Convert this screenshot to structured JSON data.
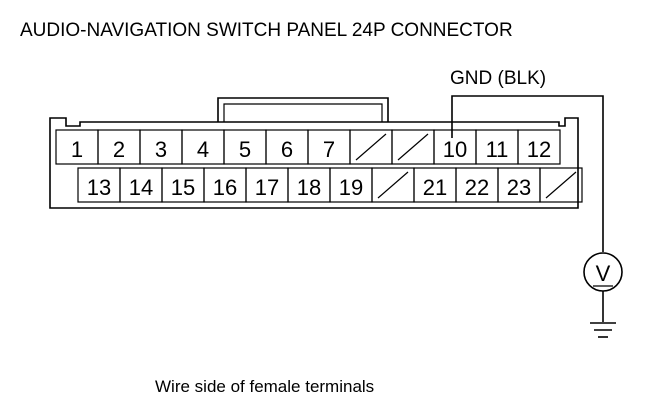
{
  "title": "AUDIO-NAVIGATION SWITCH PANEL 24P CONNECTOR",
  "ground_label": "GND (BLK)",
  "caption": "Wire side of female terminals",
  "meter_symbol": "V",
  "top_row": [
    "1",
    "2",
    "3",
    "4",
    "5",
    "6",
    "7",
    "",
    "",
    "10",
    "11",
    "12"
  ],
  "bottom_row": [
    "13",
    "14",
    "15",
    "16",
    "17",
    "18",
    "19",
    "",
    "21",
    "22",
    "23",
    ""
  ],
  "ground_pin": "10"
}
